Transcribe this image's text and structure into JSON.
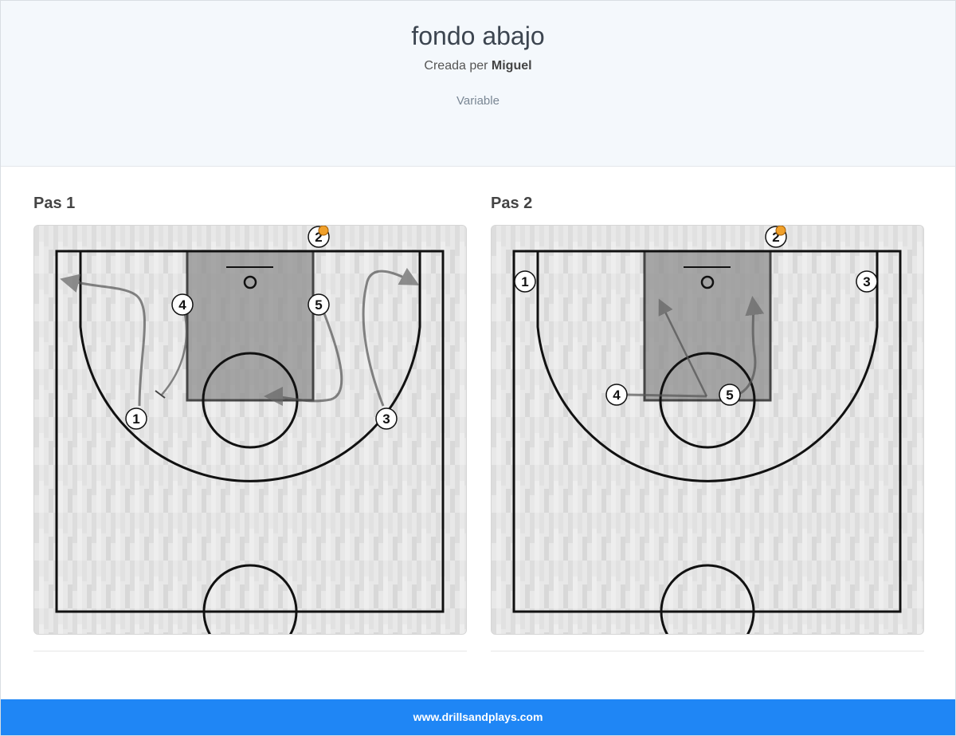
{
  "header": {
    "title": "fondo abajo",
    "byline_prefix": "Creada per",
    "author": "Miguel",
    "category": "Variable"
  },
  "steps": [
    {
      "label": "Pas 1",
      "players": [
        {
          "id": "1",
          "label": "1"
        },
        {
          "id": "2",
          "label": "2",
          "has_ball": true
        },
        {
          "id": "3",
          "label": "3"
        },
        {
          "id": "4",
          "label": "4"
        },
        {
          "id": "5",
          "label": "5"
        }
      ]
    },
    {
      "label": "Pas 2",
      "players": [
        {
          "id": "1",
          "label": "1"
        },
        {
          "id": "2",
          "label": "2",
          "has_ball": true
        },
        {
          "id": "3",
          "label": "3"
        },
        {
          "id": "4",
          "label": "4"
        },
        {
          "id": "5",
          "label": "5"
        }
      ]
    }
  ],
  "footer": {
    "link": "www.drillsandplays.com"
  },
  "colors": {
    "footer_bg": "#1f86f5",
    "paint": "#8e8e8e",
    "ball": "#f0a02a"
  }
}
